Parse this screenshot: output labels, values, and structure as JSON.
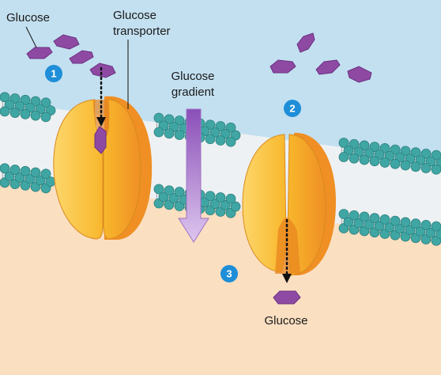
{
  "labels": {
    "glucose_top": "Glucose",
    "transporter_line1": "Glucose",
    "transporter_line2": "transporter",
    "gradient_line1": "Glucose",
    "gradient_line2": "gradient",
    "glucose_bottom": "Glucose"
  },
  "steps": [
    "1",
    "2",
    "3"
  ],
  "colors": {
    "extracellular": "#c3e0f0",
    "cytoplasm": "#fbdfc1",
    "lipid_head": "#3fa6a4",
    "protein_light": "#fdc23a",
    "protein_dark": "#f0962a",
    "glucose": "#8e4aa3",
    "gradient_arrow": "#b07fd0",
    "step_badge": "#1e8ed8"
  },
  "icons": [
    "glucose-molecule-icon",
    "downward-arrow-icon",
    "step-badge-icon"
  ]
}
